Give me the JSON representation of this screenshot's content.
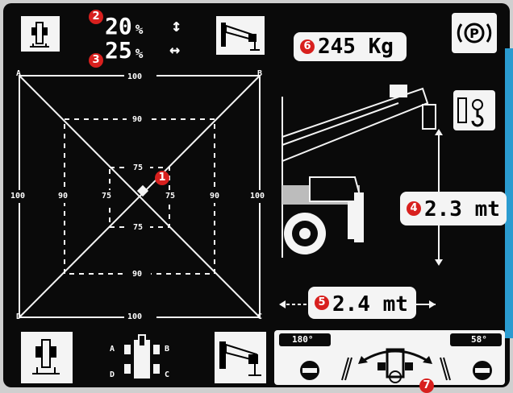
{
  "tilt": {
    "longitudinal": {
      "value": "20",
      "unit": "%",
      "arrow": "↕"
    },
    "transversal": {
      "value": "25",
      "unit": "%",
      "arrow": "↔"
    }
  },
  "load": {
    "value": "245 Kg"
  },
  "height": {
    "value": "2.3 mt"
  },
  "reach": {
    "value": "2.4 mt"
  },
  "gauge": {
    "outer_label": "100",
    "mid_label": "90",
    "inner_label": "75",
    "corners": [
      "A",
      "B",
      "C",
      "D"
    ]
  },
  "mini_chassis": {
    "labels": [
      "A",
      "B",
      "C",
      "D"
    ]
  },
  "rotation": {
    "left_angle": "180°",
    "right_angle": "58°"
  },
  "badges": [
    "1",
    "2",
    "3",
    "4",
    "5",
    "6",
    "7"
  ],
  "icons": {
    "park_brake": "parking-brake-icon",
    "hook": "hook-icon"
  },
  "colors": {
    "badge": "#d8201e",
    "screen_bg": "#0a0a0a",
    "foreground": "#f4f4f4",
    "accent_edge": "#2a9bd0"
  }
}
